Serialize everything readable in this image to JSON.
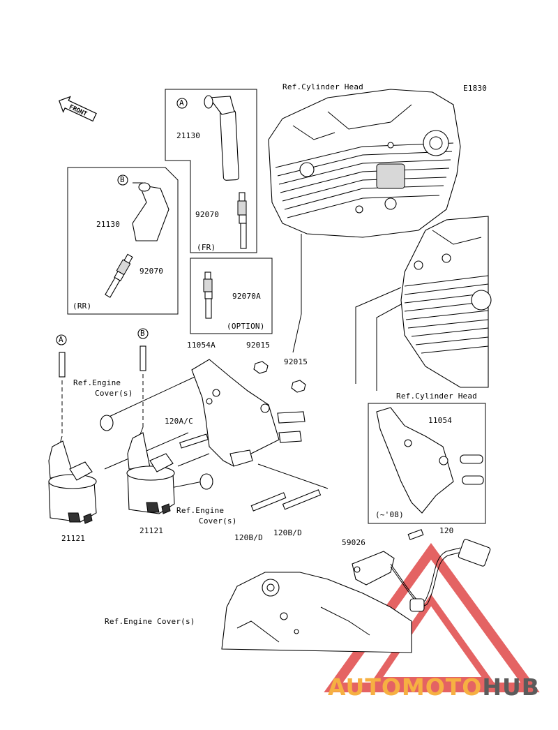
{
  "diagram_code": "E1830",
  "front_label": "FRONT",
  "labels": {
    "ref_cylinder_head_top": "Ref.Cylinder Head",
    "ref_cylinder_head_right": "Ref.Cylinder Head",
    "p21130_fr": "21130",
    "p92070_fr": "92070",
    "fr": "(FR)",
    "p21130_rr": "21130",
    "p92070_rr": "92070",
    "rr": "(RR)",
    "p92070a": "92070A",
    "option": "(OPTION)",
    "p11054a": "11054A",
    "p92015_a": "92015",
    "p92015_b": "92015",
    "ref_engine_cover_1a": "Ref.Engine",
    "ref_engine_cover_1b": "Cover(s)",
    "p120ac": "120A/C",
    "ref_engine_cover_2a": "Ref.Engine",
    "ref_engine_cover_2b": "Cover(s)",
    "p120bd_1": "120B/D",
    "p120bd_2": "120B/D",
    "p21121_1": "21121",
    "p21121_2": "21121",
    "p11054": "11054",
    "year_note": "(~'08)",
    "p59026": "59026",
    "p120": "120",
    "ref_engine_covers": "Ref.Engine Cover(s)"
  },
  "callouts": {
    "a_top": "A",
    "b_top": "B",
    "a_wire": "A",
    "b_wire": "B"
  },
  "watermark": {
    "part1": "AUTOMOTO",
    "part2": "HUB",
    "color1": "#f6b042",
    "color2": "#5b5b5b",
    "triangle_color": "#e04848"
  }
}
